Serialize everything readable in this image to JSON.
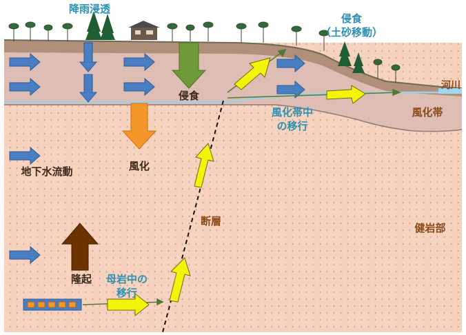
{
  "labels": {
    "rain_infiltration": "降雨浸透",
    "erosion_top_line1": "侵食",
    "erosion_top_line2": "（土砂移動）",
    "river": "河川",
    "erosion_center": "侵食",
    "weathering": "風化",
    "weathered_zone": "風化帯",
    "migration_weathered_line1": "風化帯中",
    "migration_weathered_line2": "の移行",
    "groundwater_flow": "地下水流動",
    "fault": "断層",
    "sound_rock": "健岩部",
    "uplift": "隆起",
    "migration_host_line1": "母岩中の",
    "migration_host_line2": "移行"
  },
  "colors": {
    "bedrock": "#f7d3bf",
    "weathered_layer": "#dcbcb4",
    "surface_soil": "#b0907a",
    "flow_arrow": "#4a7ec2",
    "erosion_arrow": "#6e9a3a",
    "weathering_arrow": "#f5962a",
    "uplift_arrow": "#6a3300",
    "migration_arrow": "#f4f40a",
    "label_blue": "#2e8fb0",
    "label_brown": "#8a4a1c",
    "label_dark": "#3b2a1a"
  }
}
